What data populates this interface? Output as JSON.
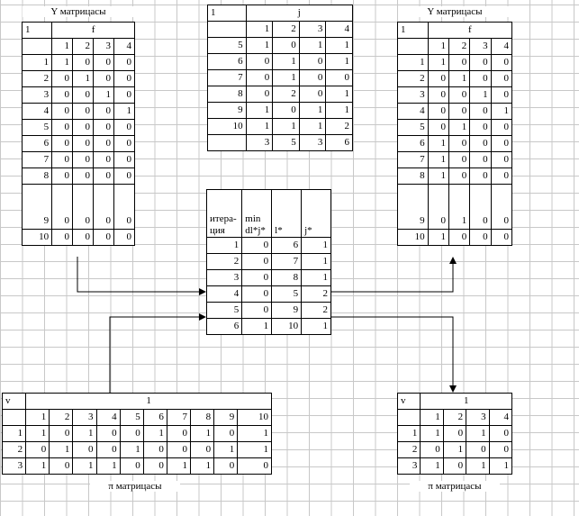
{
  "y_left": {
    "title": "Y матрицасы",
    "corner": "1",
    "group": "f",
    "cols": [
      "1",
      "2",
      "3",
      "4"
    ],
    "rows": [
      [
        "1",
        "1",
        "0",
        "0",
        "0"
      ],
      [
        "2",
        "0",
        "1",
        "0",
        "0"
      ],
      [
        "3",
        "0",
        "0",
        "1",
        "0"
      ],
      [
        "4",
        "0",
        "0",
        "0",
        "1"
      ],
      [
        "5",
        "0",
        "0",
        "0",
        "0"
      ],
      [
        "6",
        "0",
        "0",
        "0",
        "0"
      ],
      [
        "7",
        "0",
        "0",
        "0",
        "0"
      ],
      [
        "8",
        "0",
        "0",
        "0",
        "0"
      ],
      [
        "9",
        "0",
        "0",
        "0",
        "0"
      ],
      [
        "10",
        "0",
        "0",
        "0",
        "0"
      ]
    ]
  },
  "center_top": {
    "corner": "1",
    "group": "j",
    "cols": [
      "1",
      "2",
      "3",
      "4"
    ],
    "rows": [
      [
        "5",
        "1",
        "0",
        "1",
        "1"
      ],
      [
        "6",
        "0",
        "1",
        "0",
        "1"
      ],
      [
        "7",
        "0",
        "1",
        "0",
        "0"
      ],
      [
        "8",
        "0",
        "2",
        "0",
        "1"
      ],
      [
        "9",
        "1",
        "0",
        "1",
        "1"
      ],
      [
        "10",
        "1",
        "1",
        "1",
        "2"
      ]
    ],
    "totals": [
      "3",
      "5",
      "3",
      "6"
    ]
  },
  "y_right": {
    "title": "Y матрицасы",
    "corner": "1",
    "group": "f",
    "cols": [
      "1",
      "2",
      "3",
      "4"
    ],
    "rows": [
      [
        "1",
        "1",
        "0",
        "0",
        "0"
      ],
      [
        "2",
        "0",
        "1",
        "0",
        "0"
      ],
      [
        "3",
        "0",
        "0",
        "1",
        "0"
      ],
      [
        "4",
        "0",
        "0",
        "0",
        "1"
      ],
      [
        "5",
        "0",
        "1",
        "0",
        "0"
      ],
      [
        "6",
        "1",
        "0",
        "0",
        "0"
      ],
      [
        "7",
        "1",
        "0",
        "0",
        "0"
      ],
      [
        "8",
        "1",
        "0",
        "0",
        "0"
      ],
      [
        "9",
        "0",
        "1",
        "0",
        "0"
      ],
      [
        "10",
        "1",
        "0",
        "0",
        "0"
      ]
    ]
  },
  "iterations": {
    "headers": [
      "итера-ция",
      "min dl*j*",
      "l*",
      "j*"
    ],
    "rows": [
      [
        "1",
        "0",
        "6",
        "1"
      ],
      [
        "2",
        "0",
        "7",
        "1"
      ],
      [
        "3",
        "0",
        "8",
        "1"
      ],
      [
        "4",
        "0",
        "5",
        "2"
      ],
      [
        "5",
        "0",
        "9",
        "2"
      ],
      [
        "6",
        "1",
        "10",
        "1"
      ]
    ]
  },
  "pi_left": {
    "title": "π матрицасы",
    "corner": "v",
    "group": "1",
    "cols": [
      "1",
      "2",
      "3",
      "4",
      "5",
      "6",
      "7",
      "8",
      "9",
      "10"
    ],
    "rows": [
      [
        "1",
        "1",
        "0",
        "1",
        "0",
        "0",
        "1",
        "0",
        "1",
        "0",
        "1"
      ],
      [
        "2",
        "0",
        "1",
        "0",
        "0",
        "1",
        "0",
        "0",
        "0",
        "1",
        "1"
      ],
      [
        "3",
        "1",
        "0",
        "1",
        "1",
        "0",
        "0",
        "1",
        "1",
        "0",
        "0"
      ]
    ]
  },
  "pi_right": {
    "title": "π матрицасы",
    "corner": "v",
    "group": "1",
    "cols": [
      "1",
      "2",
      "3",
      "4"
    ],
    "rows": [
      [
        "1",
        "1",
        "0",
        "1",
        "0"
      ],
      [
        "2",
        "0",
        "1",
        "0",
        "0"
      ],
      [
        "3",
        "1",
        "0",
        "1",
        "1"
      ]
    ]
  }
}
